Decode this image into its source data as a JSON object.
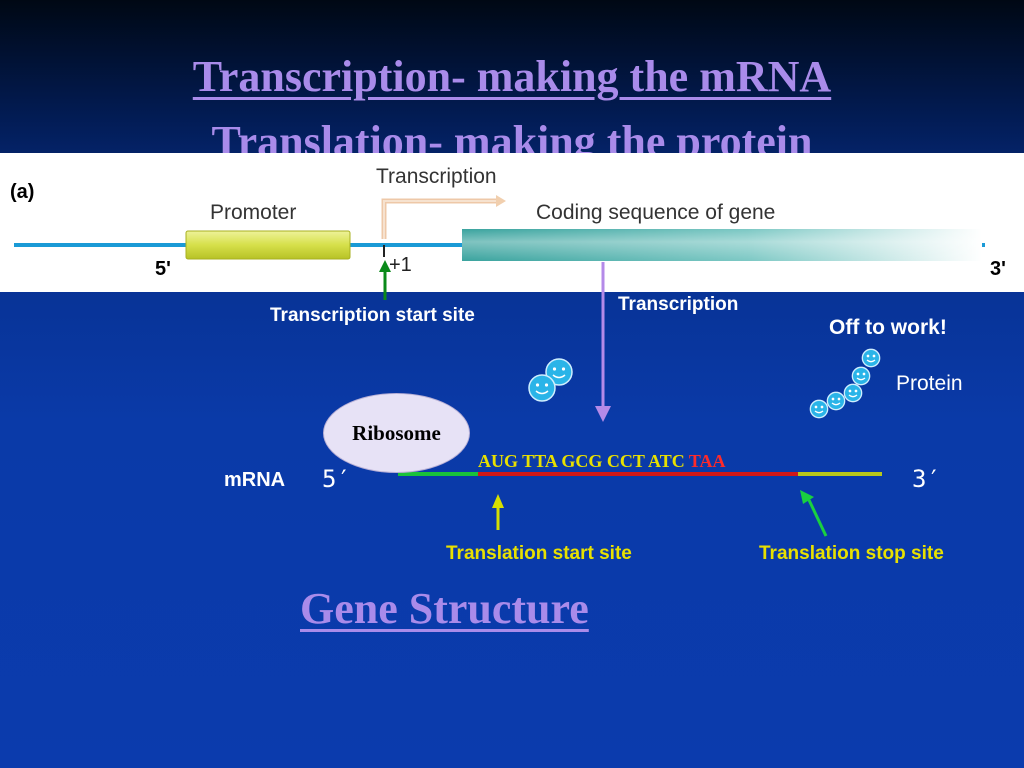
{
  "titles": {
    "line1": "Transcription- making the mRNA",
    "line2": "Translation- making the protein"
  },
  "panel": {
    "label_a": "(a)",
    "promoter": "Promoter",
    "transcription": "Transcription",
    "coding_sequence": "Coding sequence of gene",
    "five_prime": "5'",
    "three_prime": "3'",
    "plus_one": "+1"
  },
  "labels": {
    "transcription_start_site": "Transcription start site",
    "transcription": "Transcription",
    "off_to_work": "Off to work!",
    "protein": "Protein",
    "ribosome": "Ribosome",
    "mrna": "mRNA",
    "mrna_5": "5′",
    "mrna_3": "3′",
    "translation_start_site": "Translation start site",
    "translation_stop_site": "Translation stop site",
    "gene_structure": "Gene Structure"
  },
  "codons": {
    "coding": "AUG  TTA GCG CCT ATC ",
    "stop": "TAA"
  },
  "colors": {
    "title": "#a98bea",
    "dna_line": "#1a9ad6",
    "promoter": "#d6e04a",
    "coding": "#5fb8b4",
    "mrna_utr": "#19c23a",
    "mrna_coding": "#d01818",
    "mrna_3utr": "#b8c81a",
    "smiley": "#2ab4e8",
    "label_yellow": "#e8e000",
    "stop_codon": "#ff2a2a"
  },
  "icons": {
    "smiley": "smiley-face-icon",
    "arrow": "arrow-icon"
  }
}
